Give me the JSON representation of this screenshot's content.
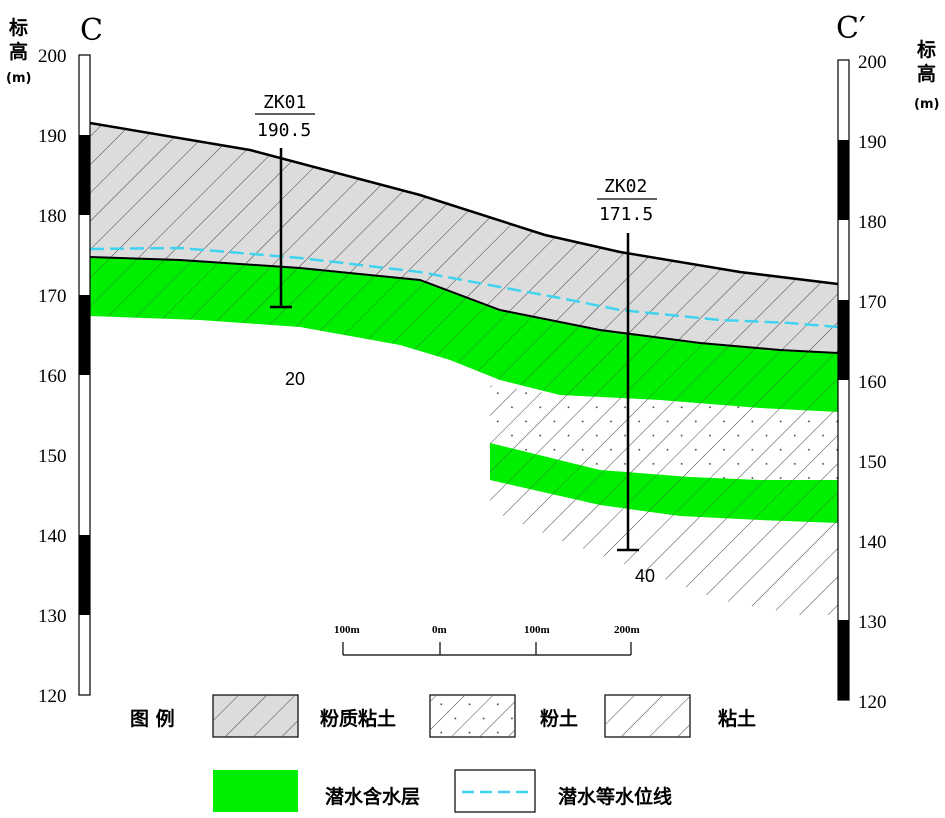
{
  "section": {
    "left_label": "C",
    "right_label": "C′"
  },
  "axis": {
    "title_left": [
      "标",
      "高"
    ],
    "title_right": [
      "标",
      "高"
    ],
    "unit": "(m)",
    "ticks": [
      "200",
      "190",
      "180",
      "170",
      "160",
      "150",
      "140",
      "130",
      "120"
    ]
  },
  "boreholes": [
    {
      "id": "ZK01",
      "elevation": "190.5",
      "depth": "20"
    },
    {
      "id": "ZK02",
      "elevation": "171.5",
      "depth": "40"
    }
  ],
  "scale_bar": {
    "labels": [
      "100m",
      "0m",
      "100m",
      "200m"
    ]
  },
  "legend": {
    "title": "图 例",
    "items": [
      {
        "label": "粉质粘土",
        "pattern": "silty-clay"
      },
      {
        "label": "粉土",
        "pattern": "silt"
      },
      {
        "label": "粘土",
        "pattern": "clay"
      },
      {
        "label": "潜水含水层",
        "pattern": "aquifer"
      },
      {
        "label": "潜水等水位线",
        "pattern": "water-level-line"
      }
    ]
  },
  "colors": {
    "aquifer": "#00ee00",
    "silty_clay_fill": "#dcdcdc",
    "water_line": "#3fd3ef",
    "hatch": "#333333"
  }
}
